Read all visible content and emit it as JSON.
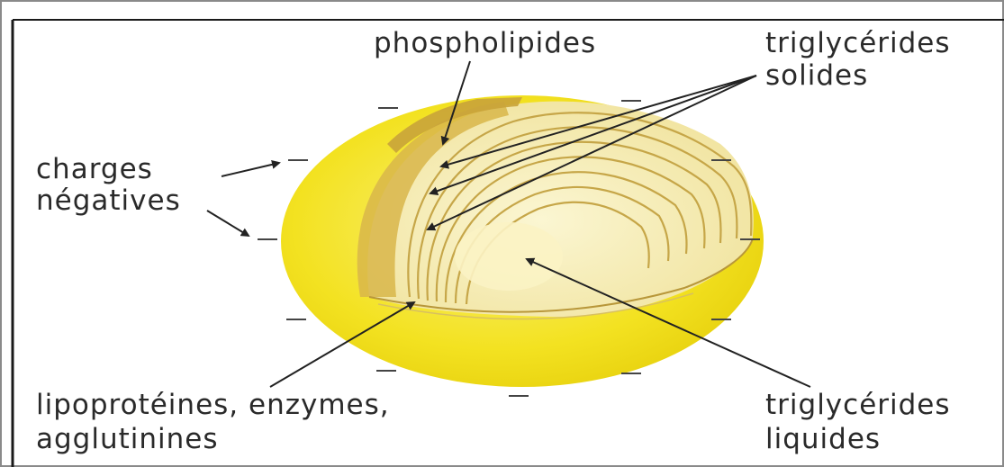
{
  "labels": {
    "phospholipides": "phospholipides",
    "triglycerides_solides_1": "triglycérides",
    "triglycerides_solides_2": "solides",
    "charges_1": "charges",
    "charges_2": "négatives",
    "lipoproteines_1": "lipoprotéines, enzymes,",
    "lipoproteines_2": "agglutinines",
    "triglycerides_liquides_1": "triglycérides",
    "triglycerides_liquides_2": "liquides"
  },
  "colors": {
    "outer_yellow": "#f2e21a",
    "inner_cream": "#f6efb8",
    "band_gold": "#d9b94a",
    "line": "#333333",
    "frame": "#8a8a8a"
  }
}
